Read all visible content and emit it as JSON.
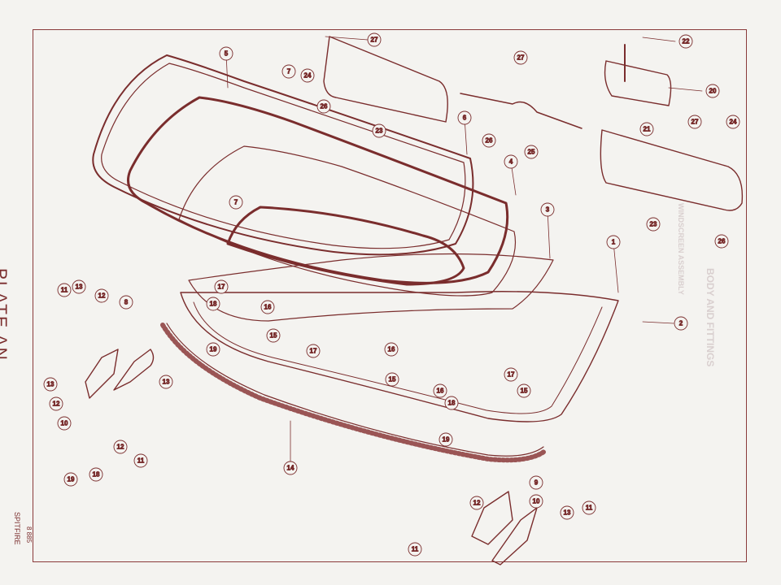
{
  "plate": {
    "title": "PLATE AN",
    "model": "SPITFIRE",
    "page_ref": "8 885",
    "ghost_heading": "BODY AND FITTINGS",
    "ghost_line": "WINDSCREEN ASSEMBLY"
  },
  "colors": {
    "ink": "#7a2d2d",
    "paper": "#f4f3f0",
    "ghost": "#d9cfcf"
  },
  "callouts": [
    "1",
    "2",
    "3",
    "4",
    "5",
    "6",
    "7",
    "7",
    "8",
    "9",
    "10",
    "10",
    "11",
    "11",
    "11",
    "11",
    "12",
    "12",
    "12",
    "12",
    "13",
    "13",
    "13",
    "13",
    "14",
    "15",
    "15",
    "15",
    "16",
    "16",
    "16",
    "17",
    "17",
    "17",
    "18",
    "18",
    "18",
    "19",
    "19",
    "19",
    "20",
    "21",
    "22",
    "23",
    "23",
    "24",
    "24",
    "25",
    "26",
    "26",
    "26",
    "27",
    "27",
    "27"
  ]
}
